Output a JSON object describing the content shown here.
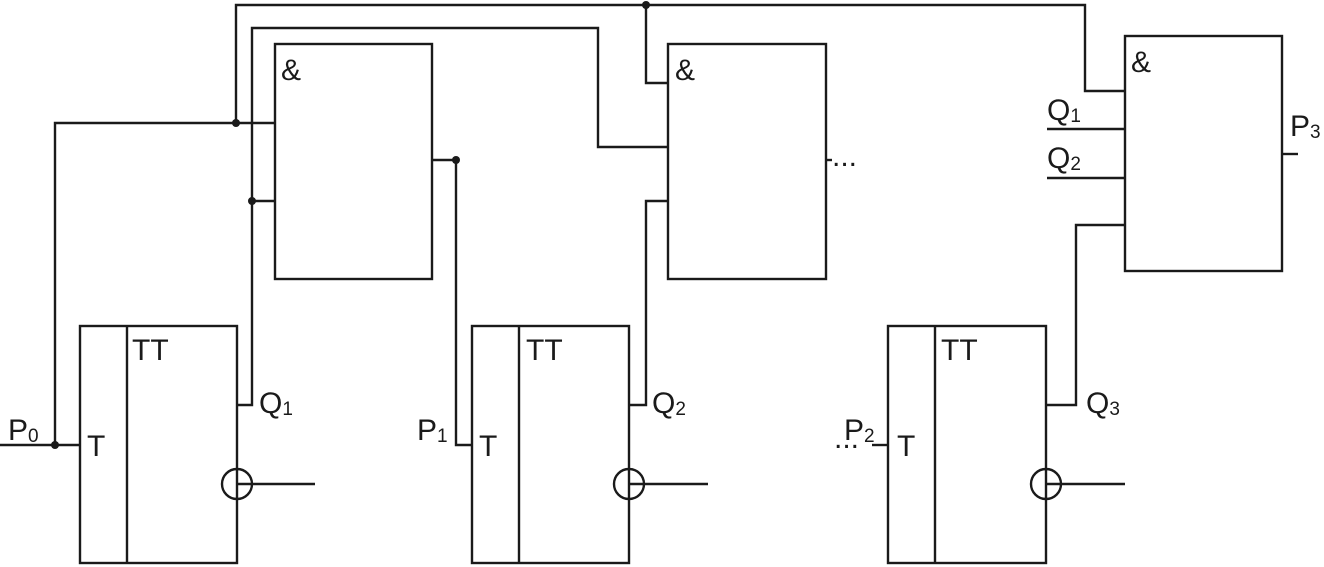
{
  "gates": {
    "and1_symbol": "&",
    "and2_symbol": "&",
    "and3_symbol": "&",
    "and2_continuation": "..."
  },
  "flipflops": [
    {
      "type_label": "TT",
      "input_label": "T",
      "output_letter": "Q",
      "output_index": "1"
    },
    {
      "type_label": "TT",
      "input_label": "T",
      "output_letter": "Q",
      "output_index": "2"
    },
    {
      "type_label": "TT",
      "input_label": "T",
      "output_letter": "Q",
      "output_index": "3"
    }
  ],
  "signals": {
    "p0": {
      "letter": "P",
      "index": "0"
    },
    "p1": {
      "letter": "P",
      "index": "1"
    },
    "p2": {
      "letter": "P",
      "index": "2"
    },
    "p3": {
      "letter": "P",
      "index": "3"
    },
    "p2_lead_dots": "...",
    "gate3_q1": {
      "letter": "Q",
      "index": "1"
    },
    "gate3_q2": {
      "letter": "Q",
      "index": "2"
    }
  },
  "colors": {
    "line": "#1a1a1a",
    "background": "#ffffff"
  }
}
